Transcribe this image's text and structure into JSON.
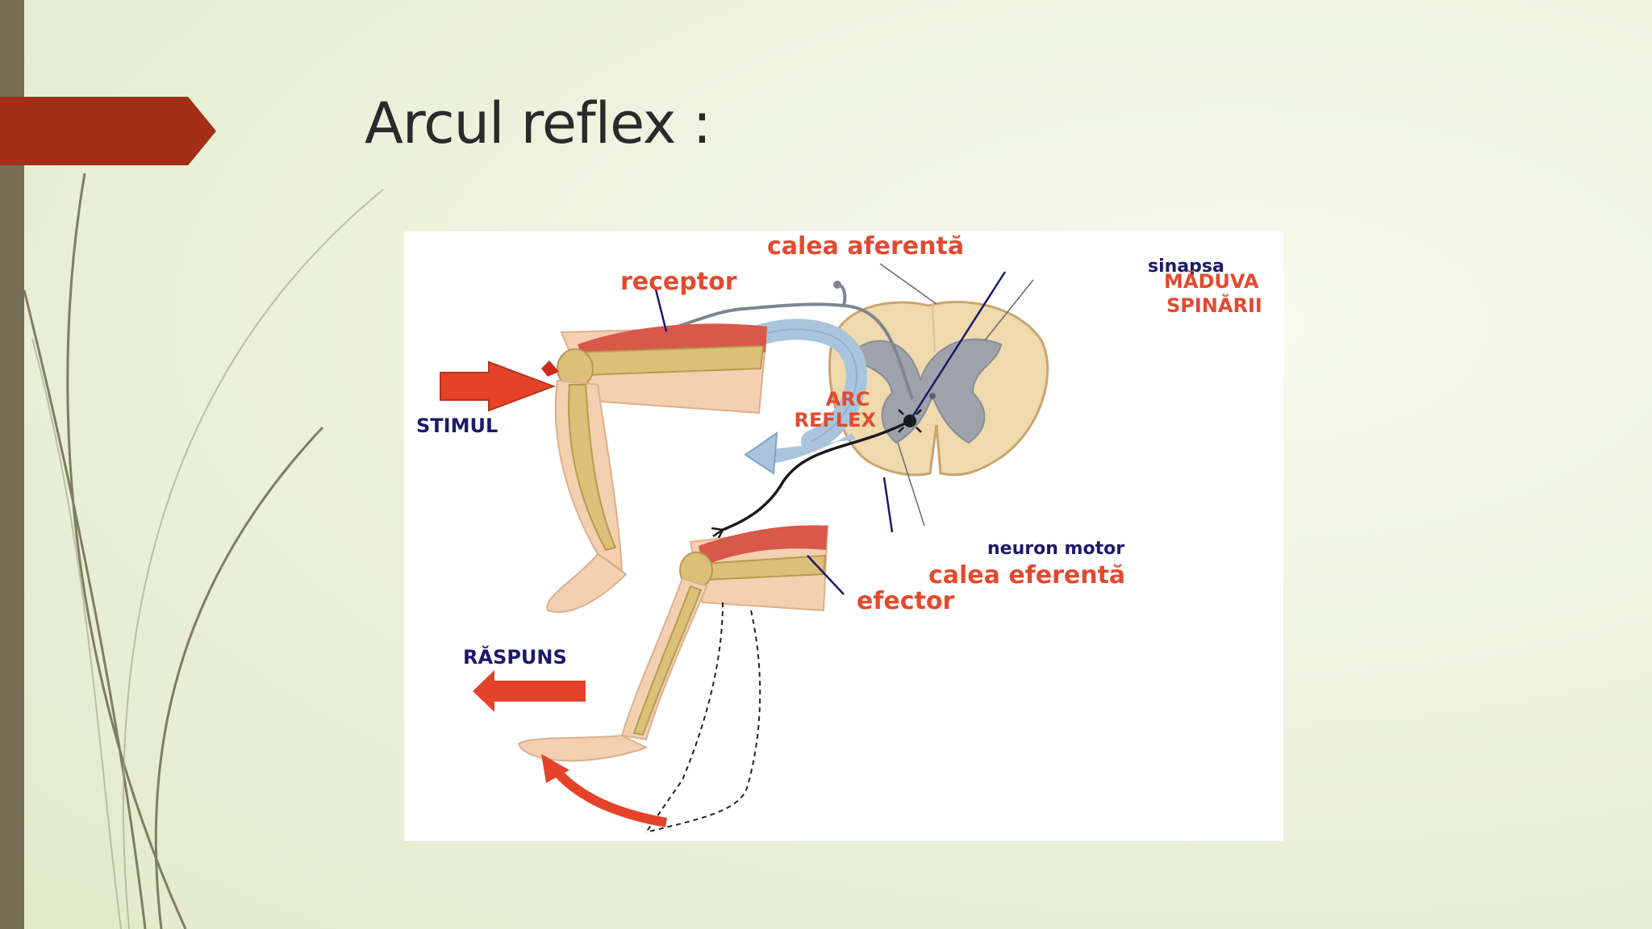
{
  "slide": {
    "title": "Arcul reflex :"
  },
  "diagram": {
    "labels": {
      "receptor": "receptor",
      "afferent_path": "calea aferentă",
      "synapse": "sinapsa",
      "spinal_cord": [
        "MĂDUVA",
        "SPINĂRII"
      ],
      "arc_reflex": [
        "ARC",
        "REFLEX"
      ],
      "stimulus": "STIMUL",
      "motor_neuron": "neuron motor",
      "efferent_path": "calea eferentă",
      "effector": "efector",
      "response": "RĂSPUNS"
    },
    "colors": {
      "red_label": "#e24a2f",
      "navy_label": "#1b1a6b",
      "arrow_red": "#e4432a",
      "arc_blue": "#a9c4dd",
      "bone": "#dcc07a",
      "skin": "#f4cfb0",
      "muscle": "#d8584a",
      "cord_outer": "#f1dcb0",
      "grey_matter": "#9a9fa8"
    }
  }
}
